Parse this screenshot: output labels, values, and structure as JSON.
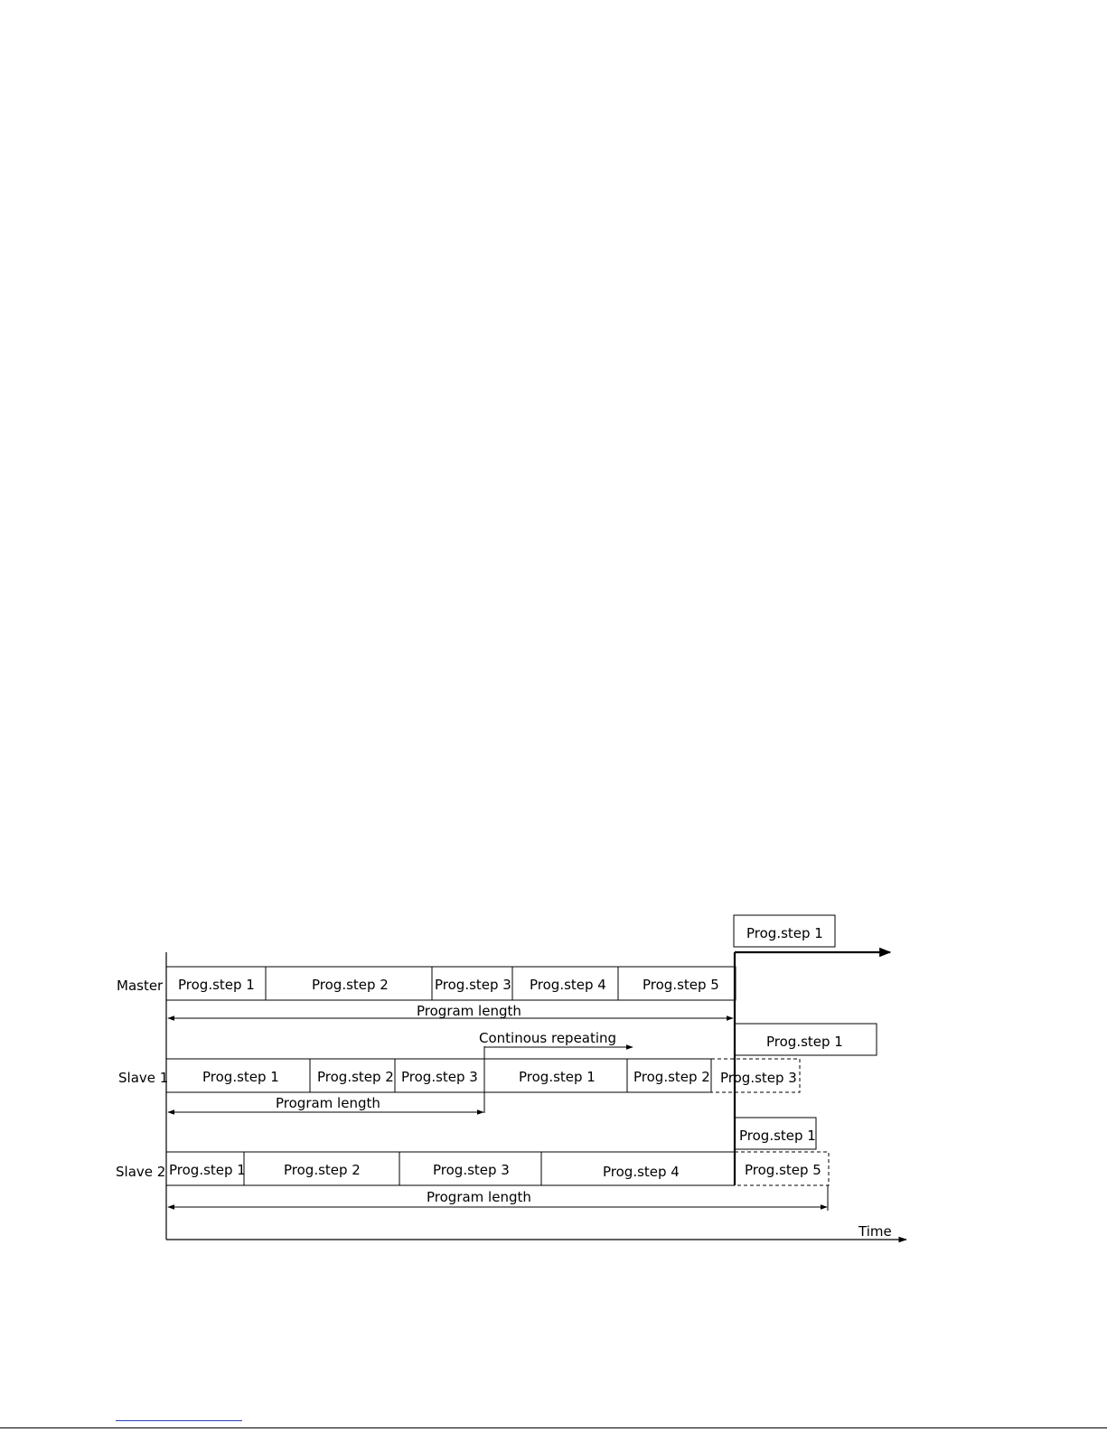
{
  "rows": [
    {
      "label": "Master",
      "steps": [
        "Prog.step 1",
        "Prog.step 2",
        "Prog.step 3",
        "Prog.step 4",
        "Prog.step 5"
      ]
    },
    {
      "label": "Slave 1",
      "steps": [
        "Prog.step 1",
        "Prog.step 2",
        "Prog.step 3",
        "Prog.step 1",
        "Prog.step 2",
        "Prog.step 3"
      ]
    },
    {
      "label": "Slave 2",
      "steps": [
        "Prog.step 1",
        "Prog.step 2",
        "Prog.step 3",
        "Prog.step 4",
        "Prog.step 5"
      ]
    }
  ],
  "next_steps": {
    "master": "Prog.step 1",
    "slave1": "Prog.step 1",
    "slave2": "Prog.step 1"
  },
  "program_length": "Program length",
  "continuous_repeating": "Continous repeating",
  "time_label": "Time"
}
